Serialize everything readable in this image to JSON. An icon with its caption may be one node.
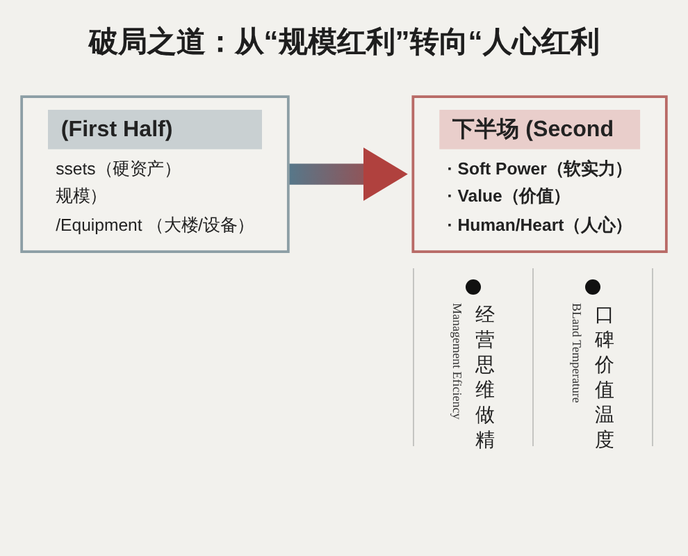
{
  "diagram": {
    "title": "破局之道：从“规模红利”转向“人心红利",
    "nodes": [
      {
        "text": [
          "(First Half)",
          "ssets（硬资产）",
          "规模）",
          "/Equipment （大楼/设备）"
        ]
      },
      {
        "text": [
          "下半场 (Second",
          "· Soft Power（软实力）",
          "· Value（价值）",
          "· Human/Heart（人心）"
        ]
      }
    ],
    "edges": [
      {
        "from": 0,
        "to": 1,
        "arrow": "to",
        "style": "thick",
        "color": "#b0413e"
      }
    ],
    "labels": [
      "Management Eficiency",
      "经营思维做精",
      "BLand Temperature",
      "口碑价值温度"
    ]
  }
}
